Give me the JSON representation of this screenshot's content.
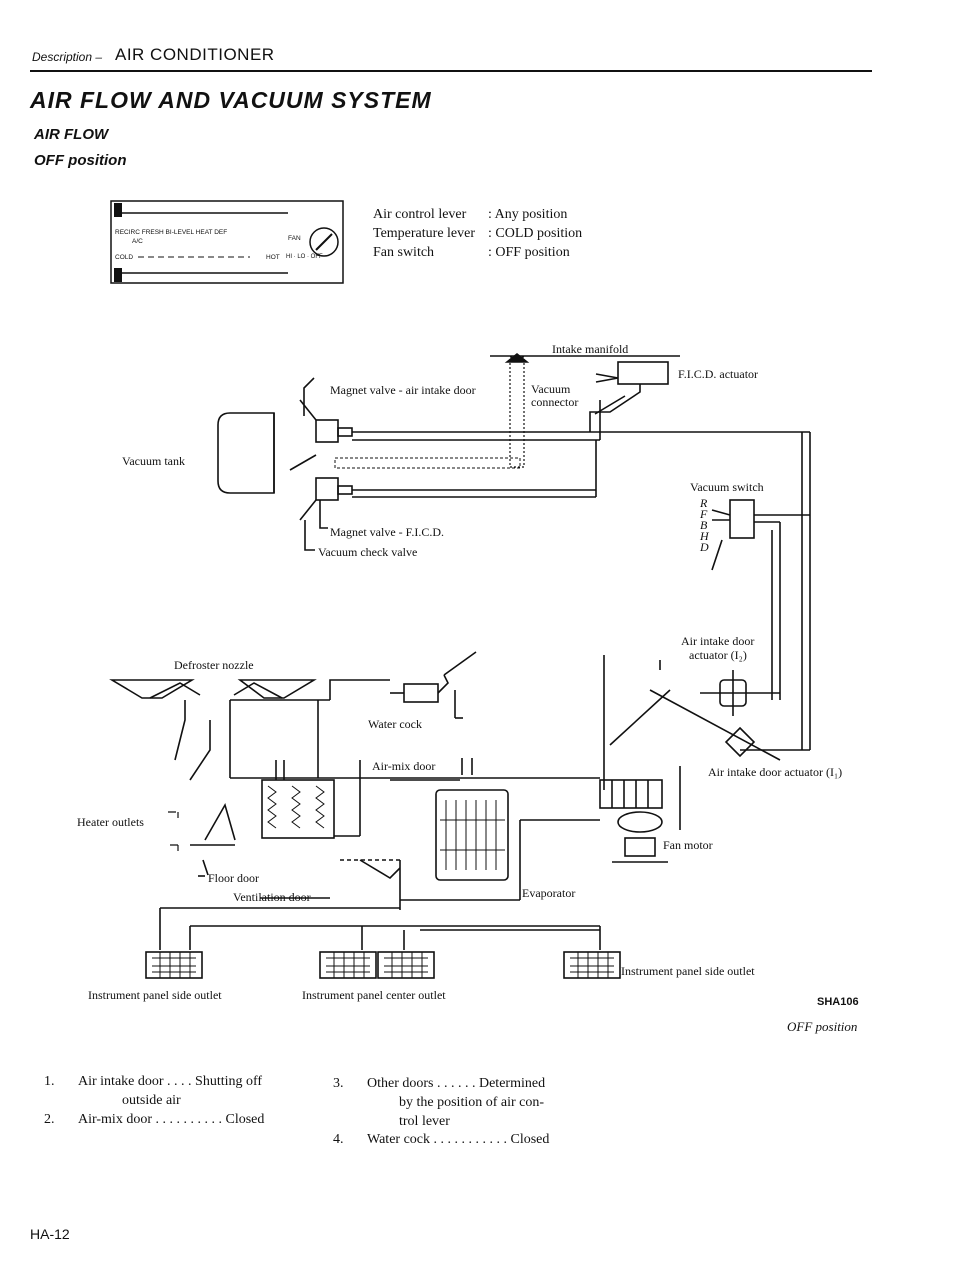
{
  "header": {
    "section_prefix": "Description",
    "section_title": "AIR CONDITIONER"
  },
  "title": "AIR FLOW AND VACUUM SYSTEM",
  "subtitle": "AIR FLOW",
  "position_heading": "OFF position",
  "control_panel": {
    "modes": "RECIRC FRESH BI-LEVEL HEAT DEF",
    "ac": "A/C",
    "cold": "COLD",
    "hot": "HOT",
    "fan": "FAN",
    "fan_positions": "HI · LO · OFF"
  },
  "conditions": [
    {
      "item": "Air control lever",
      "value": ": Any position"
    },
    {
      "item": "Temperature lever",
      "value": ": COLD position"
    },
    {
      "item": "Fan switch",
      "value": ": OFF position"
    }
  ],
  "labels": {
    "intake_manifold": "Intake manifold",
    "ficd_actuator": "F.I.C.D. actuator",
    "magnet_valve_air": "Magnet valve - air intake door",
    "vacuum_connector_1": "Vacuum",
    "vacuum_connector_2": "connector",
    "vacuum_tank": "Vacuum tank",
    "vacuum_switch": "Vacuum switch",
    "switch_letters": "R F B H D",
    "magnet_valve_ficd": "Magnet valve - F.I.C.D.",
    "vacuum_check_valve": "Vacuum check valve",
    "defroster_nozzle": "Defroster nozzle",
    "air_intake_actuator_i2_1": "Air intake door",
    "air_intake_actuator_i2_2": "actuator (I₂)",
    "water_cock": "Water cock",
    "air_mix_door": "Air-mix door",
    "air_intake_actuator_i1": "Air intake door actuator (I₁)",
    "heater_outlets": "Heater outlets",
    "fan_motor": "Fan motor",
    "floor_door": "Floor door",
    "ventilation_door": "Ventilation door",
    "evaporator": "Evaporator",
    "panel_side_outlet_left": "Instrument panel side outlet",
    "panel_center_outlet": "Instrument panel center outlet",
    "panel_side_outlet_right": "Instrument panel side outlet"
  },
  "figure_code": "SHA106",
  "figure_caption": "OFF position",
  "notes_left": [
    {
      "num": "1.",
      "line1": "Air intake door . . . . Shutting off",
      "line2": "outside air"
    },
    {
      "num": "2.",
      "line1": "Air-mix door . . . . . . . . . . Closed",
      "line2": ""
    }
  ],
  "notes_right": [
    {
      "num": "3.",
      "line1": "Other doors . . . . . .   Determined",
      "line2": "by the position of air con-",
      "line3": "trol lever"
    },
    {
      "num": "4.",
      "line1": "Water cock  . . . . . . . . . . .  Closed",
      "line2": "",
      "line3": ""
    }
  ],
  "page_number": "HA-12"
}
